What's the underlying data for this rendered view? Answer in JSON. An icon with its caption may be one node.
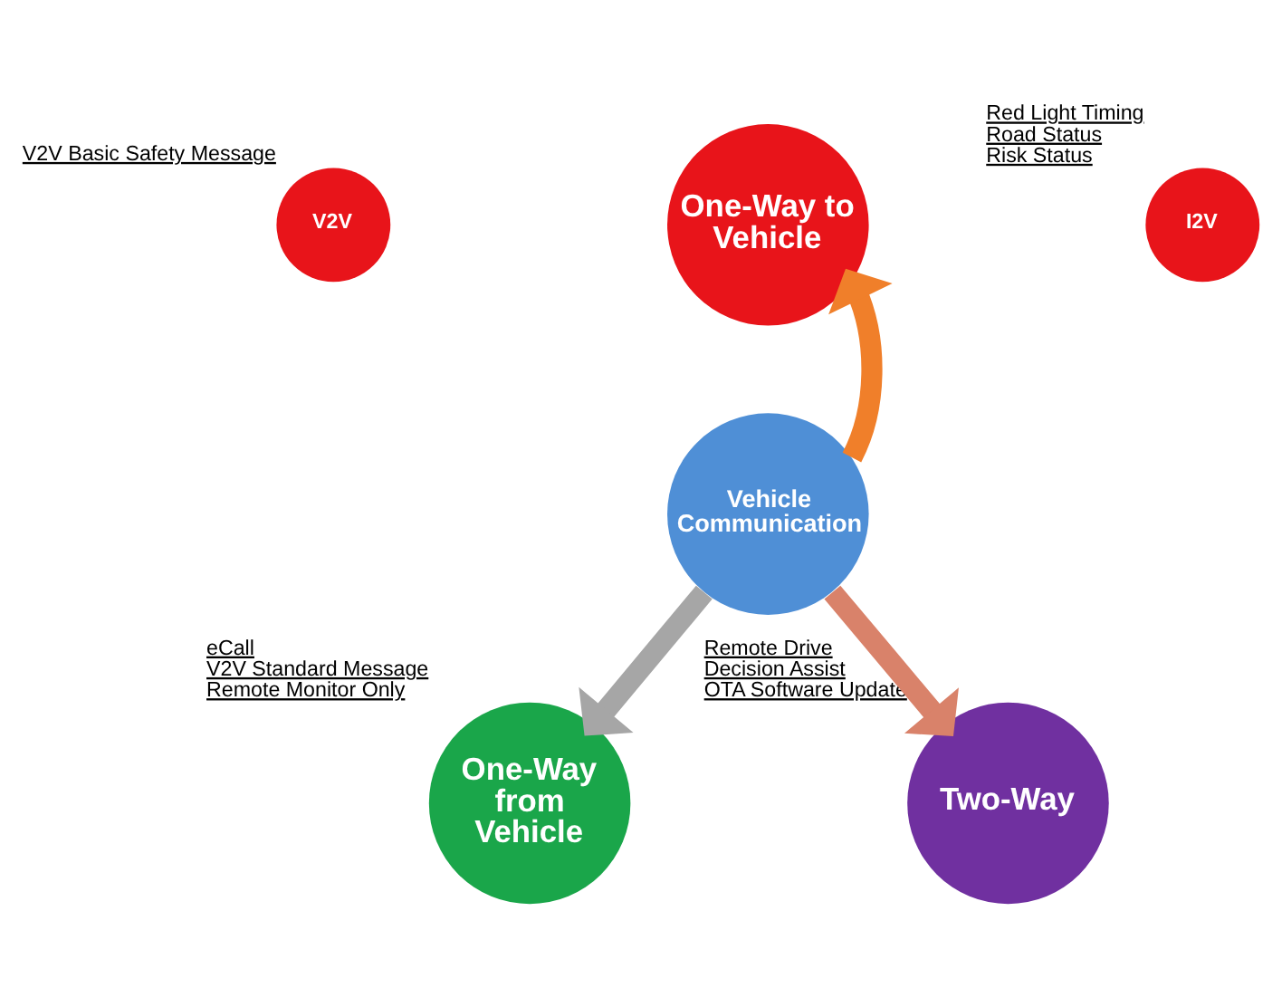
{
  "diagram": {
    "nodes": [
      {
        "text": [
          "V2V"
        ],
        "beside": [
          "V2V Basic Safety Message"
        ]
      },
      {
        "text": [
          "One-Way to Vehicle"
        ]
      },
      {
        "text": [
          "I2V"
        ],
        "beside": [
          "Red Light Timing",
          "Road Status",
          "Risk Status"
        ]
      },
      {
        "text": [
          "Vehicle Communication"
        ]
      },
      {
        "text": [
          "One-Way from Vehicle"
        ],
        "beside": [
          "eCall",
          "V2V Standard Message",
          "Remote Monitor Only"
        ]
      },
      {
        "text": [
          "Two-Way"
        ],
        "beside": [
          "Remote Drive",
          "Decision Assist",
          "OTA Software Update"
        ]
      }
    ],
    "edges": [
      {
        "from": 3,
        "to": 1,
        "arrow": "to",
        "color": "#f07f2a"
      },
      {
        "from": 3,
        "to": 4,
        "arrow": "to",
        "color": "#a6a6a6"
      },
      {
        "from": 3,
        "to": 5,
        "arrow": "to",
        "color": "#d9826a"
      }
    ]
  }
}
